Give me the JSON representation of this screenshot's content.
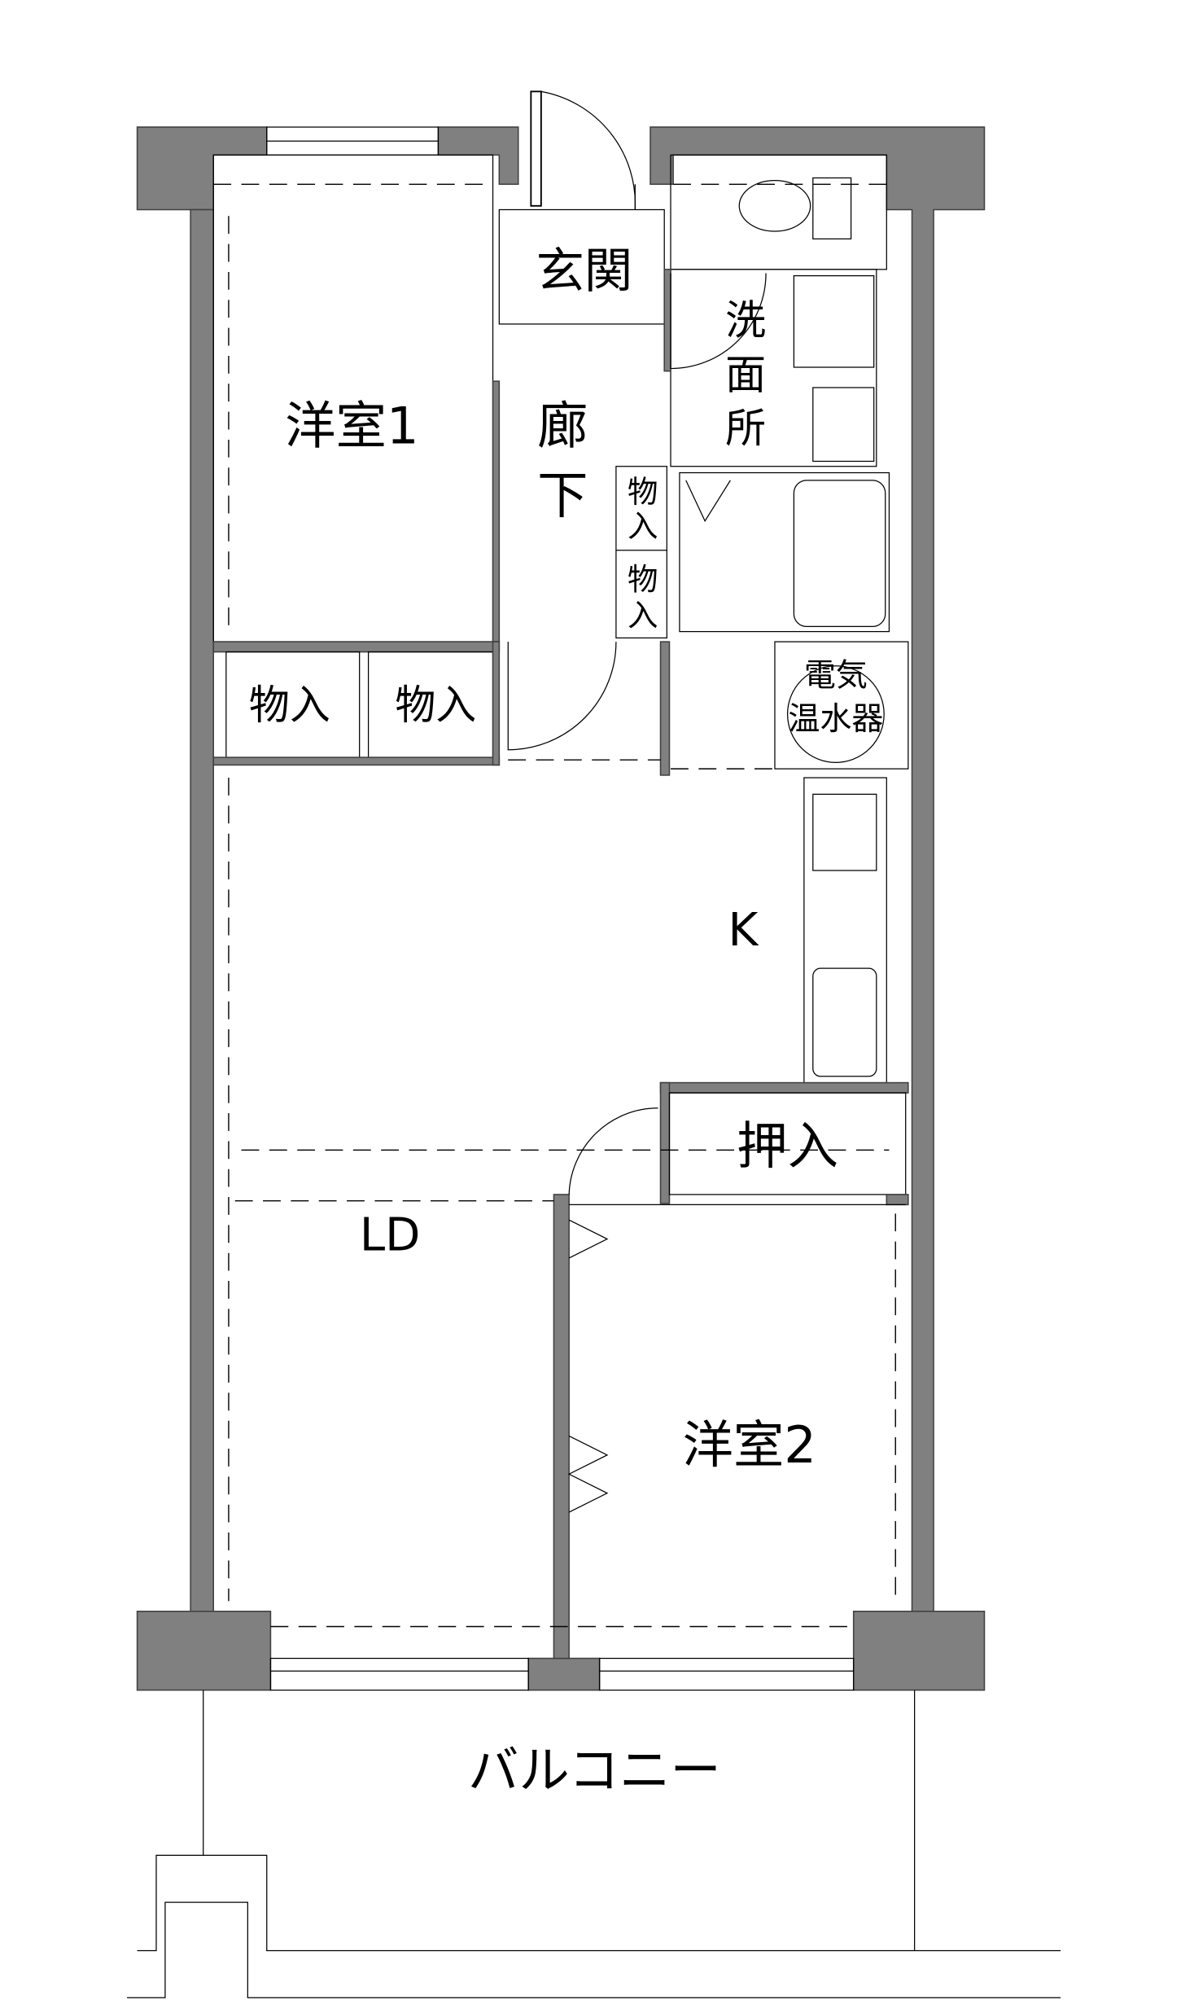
{
  "plan": {
    "rooms": {
      "western_room_1": "洋室1",
      "entrance": "玄関",
      "hallway_top": "廊",
      "hallway_bottom": "下",
      "washroom_1": "洗",
      "washroom_2": "面",
      "washroom_3": "所",
      "storage_small_1a": "物",
      "storage_small_1b": "入",
      "storage_small_2a": "物",
      "storage_small_2b": "入",
      "storage_left": "物入",
      "storage_right": "物入",
      "water_heater_1": "電気",
      "water_heater_2": "温水器",
      "kitchen": "K",
      "closet": "押入",
      "living_dining": "LD",
      "western_room_2": "洋室2",
      "balcony": "バルコニー"
    }
  }
}
